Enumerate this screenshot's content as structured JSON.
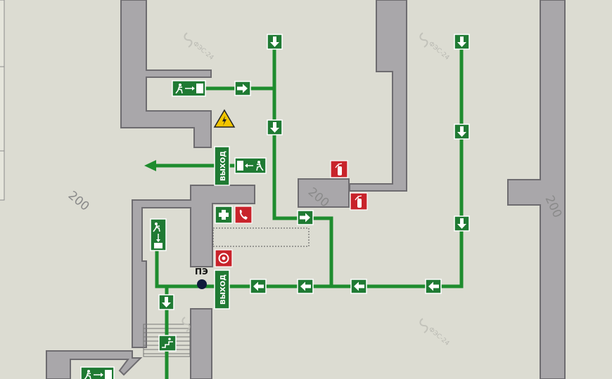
{
  "room_labels": {
    "label_1": "200",
    "label_2": "200",
    "label_3": "200"
  },
  "exit_labels": {
    "upper": "ВЫХОД",
    "lower": "ВЫХОД"
  },
  "phone_point_label": "ПЭ",
  "watermark": "ФЭС-24",
  "colors": {
    "route": "#1e8c2e",
    "wall": "#a9a7aa",
    "background": "#dcdcd2",
    "fire_sign": "#c8232b",
    "warning": "#f2c500"
  },
  "icons": [
    "down-arrow-icon",
    "right-arrow-icon",
    "left-arrow-icon",
    "running-man-exit-icon",
    "fire-extinguisher-icon",
    "fire-hose-icon",
    "phone-icon",
    "first-aid-icon",
    "high-voltage-warning-icon",
    "fire-alarm-button-icon",
    "stairs-icon"
  ]
}
